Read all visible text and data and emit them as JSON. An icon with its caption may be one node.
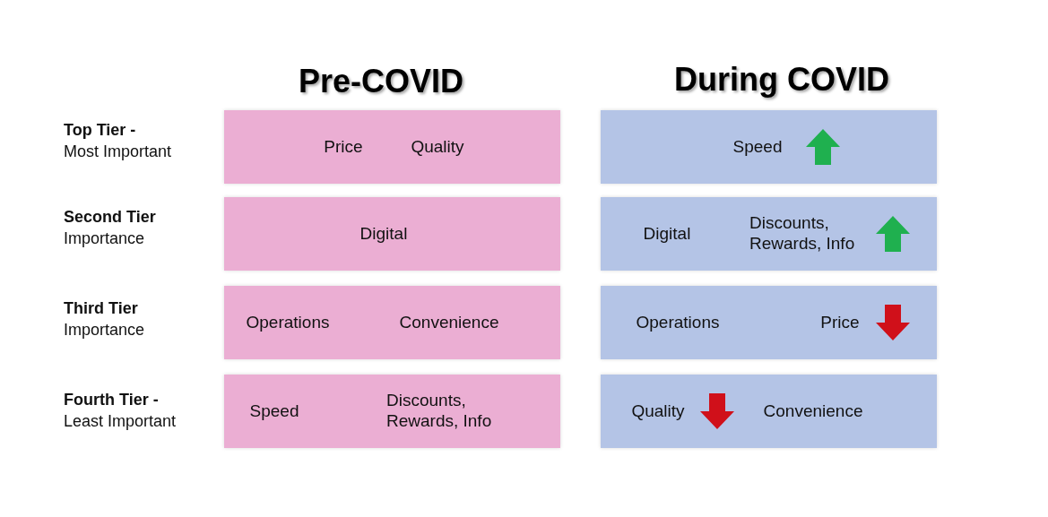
{
  "diagram": {
    "nodes": [
      {
        "text": [
          "Price",
          "Quality"
        ]
      },
      {
        "text": [
          "Speed"
        ]
      },
      {
        "text": [
          "Digital"
        ]
      },
      {
        "text": [
          "Digital",
          "Discounts, Rewards, Info"
        ]
      },
      {
        "text": [
          "Operations",
          "Convenience"
        ]
      },
      {
        "text": [
          "Operations",
          "Price"
        ]
      },
      {
        "text": [
          "Speed",
          "Discounts, Rewards, Info"
        ]
      },
      {
        "text": [
          "Quality",
          "Convenience"
        ]
      }
    ],
    "labels": [
      "Pre-COVID",
      "During COVID",
      "Top Tier -",
      "Most Important",
      "Second Tier",
      "Importance",
      "Third Tier",
      "Importance",
      "Fourth Tier -",
      "Least Important"
    ]
  }
}
